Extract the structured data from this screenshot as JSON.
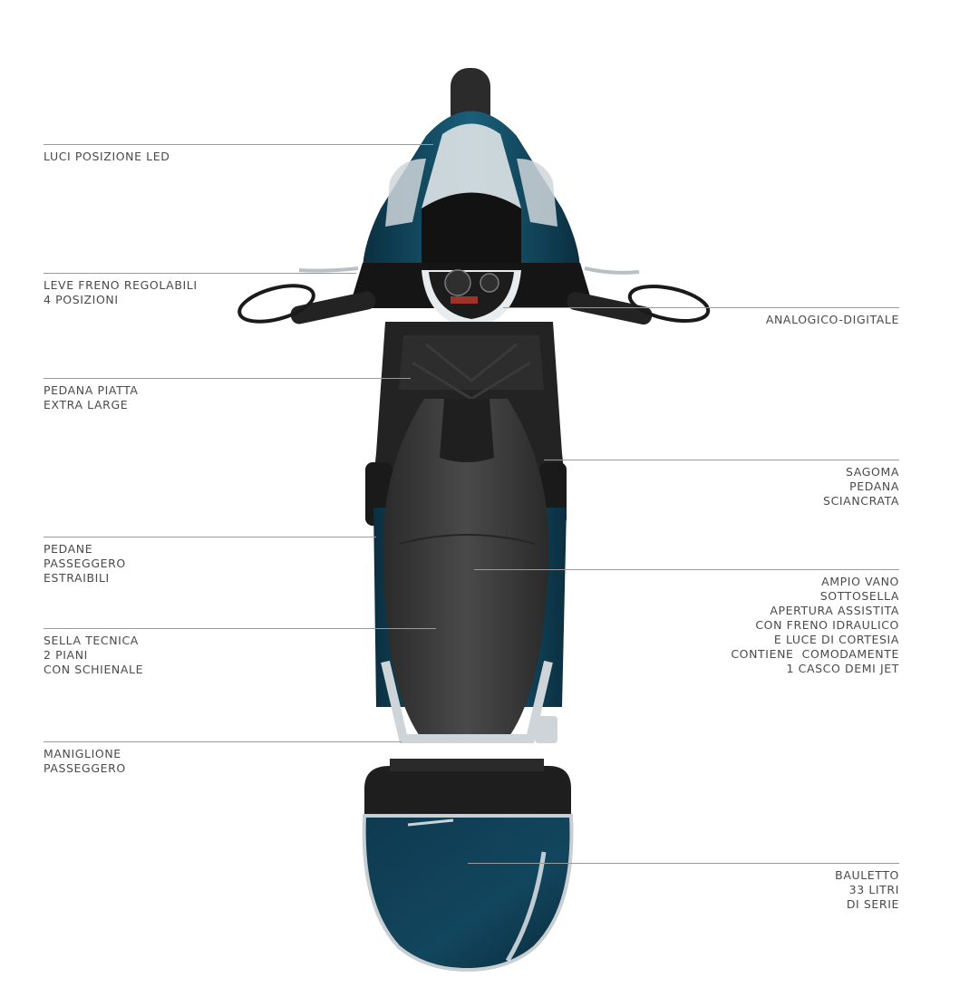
{
  "callouts": [
    {
      "id": "luci-posizione-led",
      "lines": [
        "LUCI POSIZIONE LED"
      ]
    },
    {
      "id": "leve-freno",
      "lines": [
        "LEVE FRENO REGOLABILI",
        "4 POSIZIONI"
      ]
    },
    {
      "id": "analogico-digitale",
      "lines": [
        "ANALOGICO-DIGITALE"
      ]
    },
    {
      "id": "pedana-piatta",
      "lines": [
        "PEDANA PIATTA",
        "EXTRA LARGE"
      ]
    },
    {
      "id": "sagoma-pedana",
      "lines": [
        "SAGOMA",
        "PEDANA",
        "SCIANCRATA"
      ]
    },
    {
      "id": "pedane-passeggero",
      "lines": [
        "PEDANE",
        "PASSEGGERO",
        "ESTRAIBILI"
      ]
    },
    {
      "id": "ampio-vano",
      "lines": [
        "AMPIO VANO",
        "SOTTOSELLA",
        "APERTURA ASSISTITA",
        "CON FRENO IDRAULICO",
        "E LUCE DI CORTESIA",
        "CONTIENE  COMODAMENTE",
        "1 CASCO DEMI JET"
      ]
    },
    {
      "id": "sella-tecnica",
      "lines": [
        "SELLA TECNICA",
        "2 PIANI",
        "CON SCHIENALE"
      ]
    },
    {
      "id": "maniglione",
      "lines": [
        "MANIGLIONE",
        "PASSEGGERO"
      ]
    },
    {
      "id": "bauletto",
      "lines": [
        "BAULETTO",
        "33 LITRI",
        "DI SERIE"
      ]
    }
  ],
  "colors": {
    "body_blue": "#0f3f55",
    "body_blue_light": "#1f6f8c",
    "seat": "#3a3a3a",
    "black_plastic": "#1c1c1c",
    "chrome": "#c9ced2",
    "leader": "#9a9a9a",
    "text": "#4a4a4a"
  }
}
